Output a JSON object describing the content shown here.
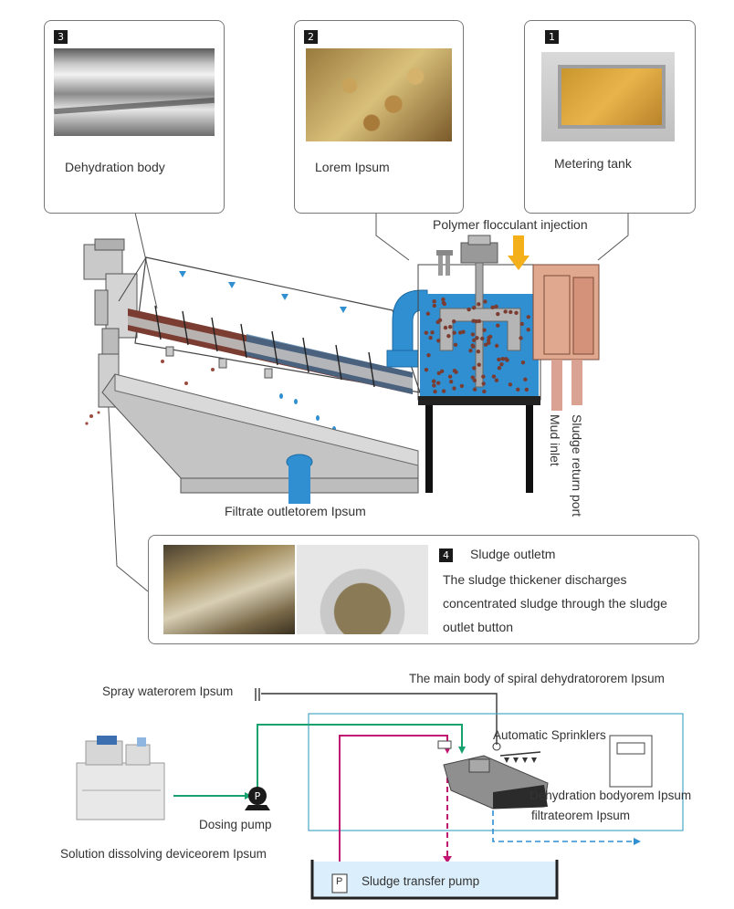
{
  "callouts": [
    {
      "number": "3",
      "label": "Dehydration body"
    },
    {
      "number": "2",
      "label": "Lorem Ipsum"
    },
    {
      "number": "1",
      "label": "Metering tank"
    }
  ],
  "machine": {
    "polymer_label": "Polymer flocculant injection",
    "mud_inlet_label": "Mud inlet",
    "sludge_return_label": "Sludge return port",
    "filtrate_label": "Filtrate outletorem Ipsum"
  },
  "outlet_card": {
    "number": "4",
    "title": "Sludge outletm",
    "desc_line1": "The sludge thickener discharges",
    "desc_line2": "concentrated sludge through the sludge",
    "desc_line3": "outlet button"
  },
  "schematic": {
    "spray_water": "Spray waterorem Ipsum",
    "main_body": "The main body of spiral dehydratororem Ipsum",
    "sprinklers": "Automatic Sprinklers",
    "dehydration_body": "Dehydration bodyorem Ipsum",
    "filtrate": "filtrateorem Ipsum",
    "dosing_pump": "Dosing pump",
    "solution_device": "Solution dissolving deviceorem Ipsum",
    "transfer_pump": "Sludge transfer pump",
    "pump_symbol": "P"
  },
  "colors": {
    "water": "#2f8fd1",
    "sludge": "#7b3d32",
    "tank": "#e0a88e",
    "green_line": "#17a16e",
    "magenta_line": "#c01672",
    "frame": "#4aa8c8"
  }
}
